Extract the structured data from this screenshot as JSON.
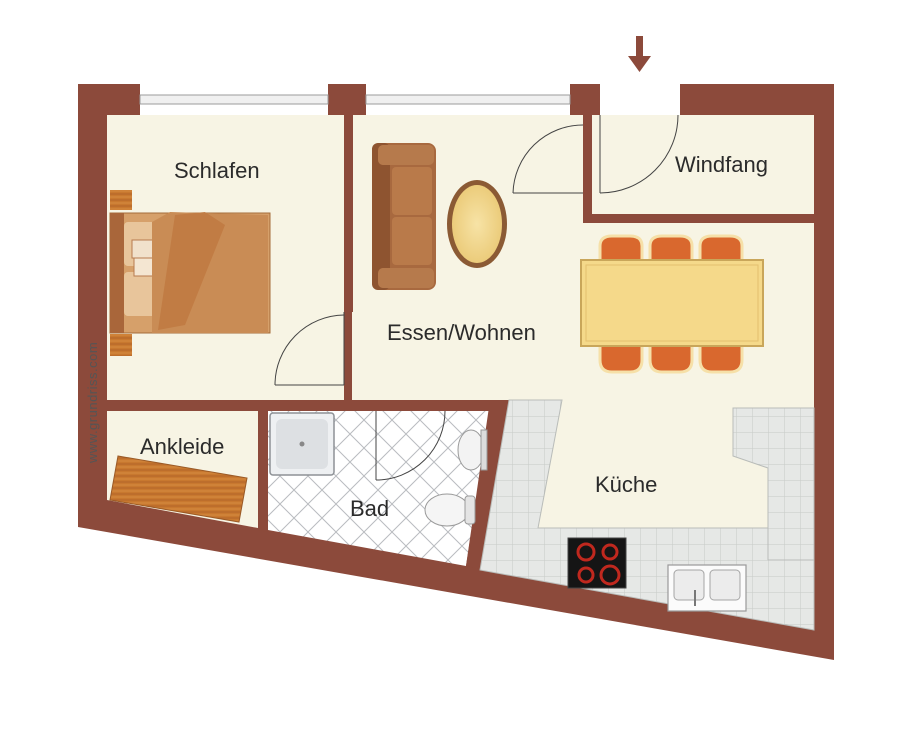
{
  "watermark": "www.grundriss.com",
  "rooms": {
    "schlafen": "Schlafen",
    "windfang": "Windfang",
    "essen_wohnen": "Essen/Wohnen",
    "ankleide": "Ankleide",
    "bad": "Bad",
    "kueche": "Küche"
  },
  "icons": {
    "entrance": "arrow-down-icon"
  },
  "colors": {
    "wall": "#8c4a3b",
    "floor": "#f7f4e4",
    "tile": "#e4e6e4",
    "wood": "#c87a35",
    "table": "#f5d98a",
    "sofa": "#a86a3e",
    "chair": "#d9682e"
  }
}
